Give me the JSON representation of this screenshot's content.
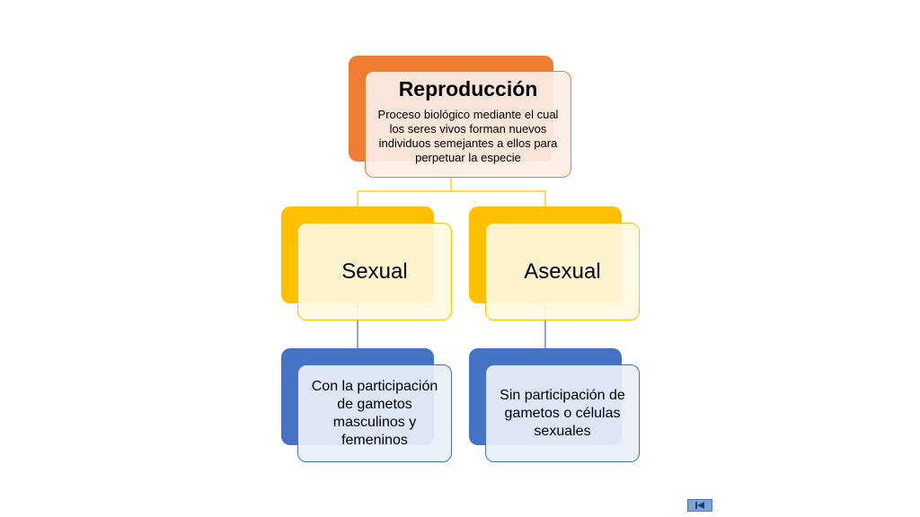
{
  "root": {
    "title": "Reproducción",
    "description": "Proceso biológico mediante el cual los seres vivos forman nuevos individuos semejantes a ellos para perpetuar la especie"
  },
  "branches": [
    {
      "label": "Sexual",
      "detail": "Con la participación de gametos masculinos y femeninos"
    },
    {
      "label": "Asexual",
      "detail": "Sin participación de gametos o células sexuales"
    }
  ],
  "colors": {
    "root": "#ee7d31",
    "branch": "#ffc000",
    "detail": "#4472c4",
    "nav_button": "#7fa3d6"
  },
  "nav": {
    "back_icon": "skip-back-icon"
  }
}
